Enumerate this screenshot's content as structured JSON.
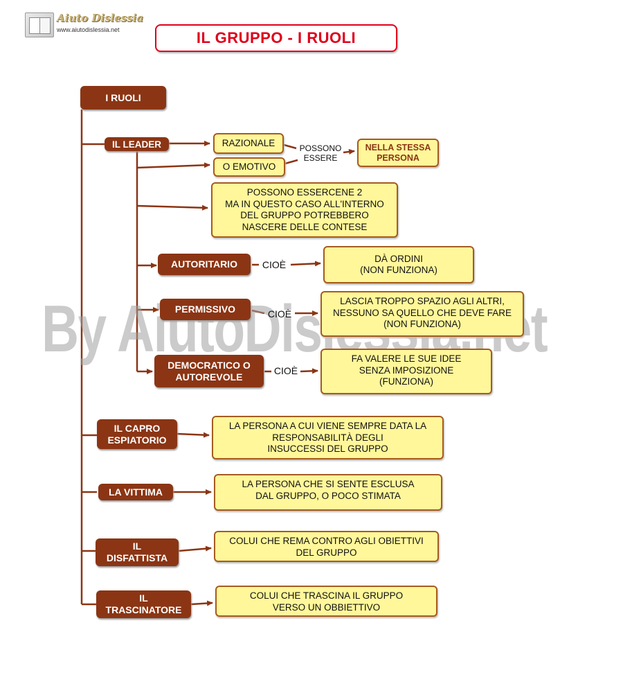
{
  "header": {
    "logo_name": "Aiuto Dislessia",
    "logo_url": "www.aiutodislessia.net",
    "title": "IL GRUPPO - I RUOLI"
  },
  "watermark": "By AiutoDislessia.net",
  "root": "I RUOLI",
  "leader": {
    "label": "IL LEADER",
    "types": [
      "RAZIONALE",
      "O EMOTIVO"
    ],
    "connector": "POSSONO\nESSERE",
    "same_person": "NELLA STESSA\nPERSONA",
    "note": "POSSONO ESSERCENE 2\nMA IN QUESTO CASO ALL'INTERNO\nDEL GRUPPO POTREBBERO\nNASCERE DELLE CONTESE",
    "styles": [
      {
        "label": "AUTORITARIO",
        "connector": "CIOÈ",
        "desc": "DÀ ORDINI\n(NON FUNZIONA)"
      },
      {
        "label": "PERMISSIVO",
        "connector": "CIOÈ",
        "desc": "LASCIA TROPPO SPAZIO AGLI ALTRI,\nNESSUNO SA QUELLO CHE DEVE FARE\n(NON FUNZIONA)"
      },
      {
        "label": "DEMOCRATICO O\nAUTOREVOLE",
        "connector": "CIOÈ",
        "desc": "FA VALERE LE SUE IDEE\nSENZA IMPOSIZIONE\n(FUNZIONA)"
      }
    ]
  },
  "roles": [
    {
      "label": "IL CAPRO\nESPIATORIO",
      "desc": "LA PERSONA A CUI VIENE SEMPRE DATA LA\nRESPONSABILITÀ DEGLI\nINSUCCESSI DEL GRUPPO"
    },
    {
      "label": "LA VITTIMA",
      "desc": "LA PERSONA CHE SI SENTE ESCLUSA\nDAL GRUPPO, O POCO STIMATA"
    },
    {
      "label": "IL\nDISFATTISTA",
      "desc": "COLUI CHE REMA CONTRO AGLI OBIETTIVI\nDEL GRUPPO"
    },
    {
      "label": "IL\nTRASCINATORE",
      "desc": "COLUI CHE TRASCINA IL GRUPPO\nVERSO UN OBBIETTIVO"
    }
  ],
  "colors": {
    "node_fill": "#8b3514",
    "box_fill": "#fff79a",
    "box_border": "#a65b1d",
    "title_red": "#e0001b",
    "line": "#8b3514"
  }
}
